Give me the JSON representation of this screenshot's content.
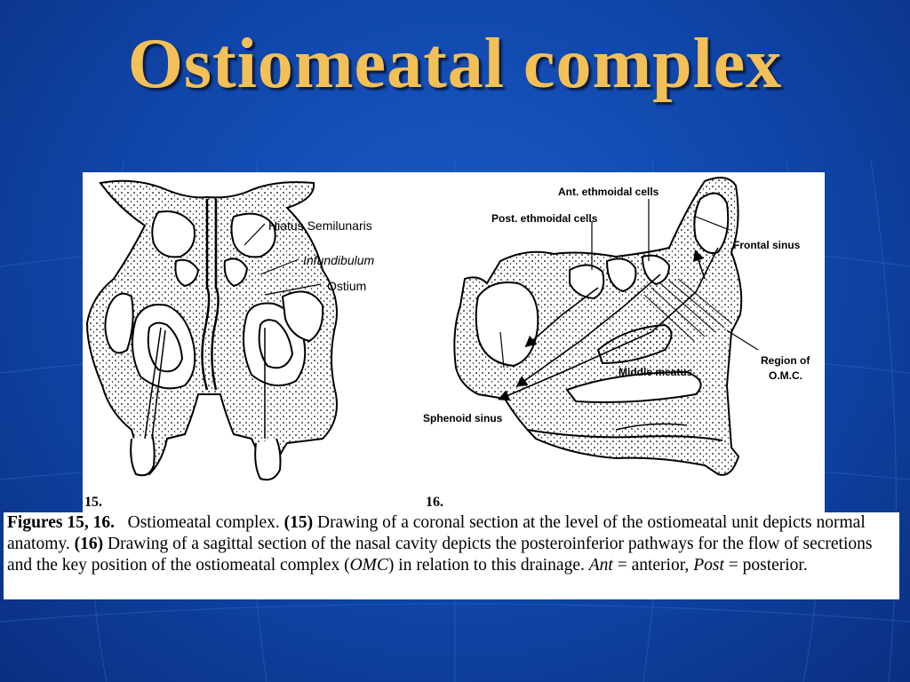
{
  "slide": {
    "title": "Ostiomeatal complex",
    "colors": {
      "background": "#0f45a8",
      "title": "#f2c056",
      "panel": "#ffffff"
    }
  },
  "figure15": {
    "number": "15.",
    "labels": {
      "hiatus": "Hiatus Semilunaris",
      "infundibulum": "Infundibulum",
      "ostium": "Ostium"
    }
  },
  "figure16": {
    "number": "16.",
    "labels": {
      "ant_ethmoidal": "Ant. ethmoidal cells",
      "post_ethmoidal": "Post. ethmoidal cells",
      "frontal_sinus": "Frontal sinus",
      "region_omc_1": "Region of",
      "region_omc_2": "O.M.C.",
      "middle_meatus": "Middle meatus",
      "sphenoid_sinus": "Sphenoid sinus"
    }
  },
  "caption": {
    "figures": "Figures 15, 16.",
    "title": "Ostiomeatal complex.",
    "ref15": "(15)",
    "text15": "Drawing of a coronal section at the level of the ostiomeatal unit depicts normal anatomy.",
    "ref16": "(16)",
    "text16a": "Drawing of a sagittal section of the nasal cavity depicts the posteroinferior pathways for the flow of secretions and the key position of the ostiomeatal complex (",
    "omc_abbr": "OMC",
    "text16b": ") in relation to this drainage.",
    "ant_abbr": "Ant",
    "ant_def": " = anterior, ",
    "post_abbr": "Post",
    "post_def": " = posterior."
  }
}
